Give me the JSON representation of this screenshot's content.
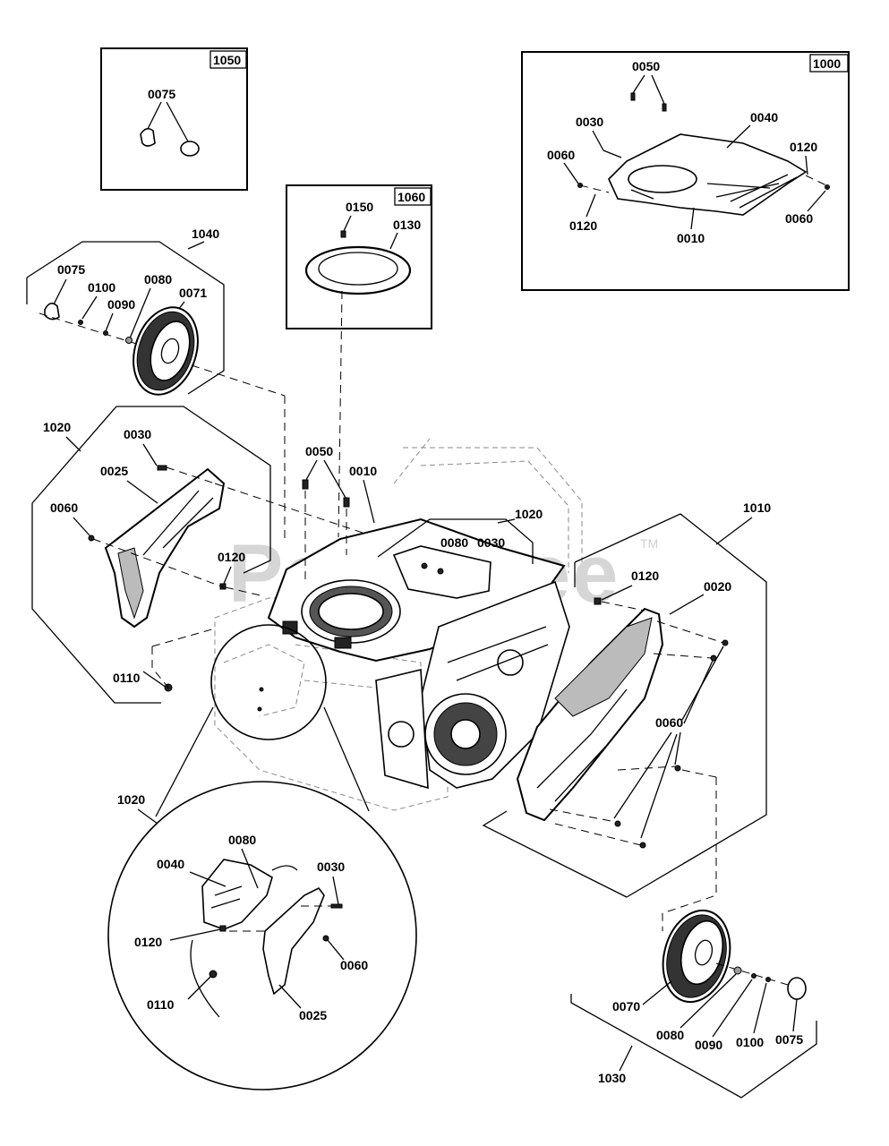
{
  "watermark": "PartsTree",
  "trademark": "TM",
  "groups": {
    "g1050": "1050",
    "g1000": "1000",
    "g1060": "1060",
    "g1040": "1040",
    "g1020a": "1020",
    "g1020b": "1020",
    "g1010": "1010",
    "g1020c": "1020",
    "g1030": "1030"
  },
  "callouts": {
    "b1050_0075": "0075",
    "b1000_0050": "0050",
    "b1000_0030": "0030",
    "b1000_0040": "0040",
    "b1000_0060a": "0060",
    "b1000_0120a": "0120",
    "b1000_0120b": "0120",
    "b1000_0060b": "0060",
    "b1000_0010": "0010",
    "b1060_0150": "0150",
    "b1060_0130": "0130",
    "w_0075": "0075",
    "w_0100": "0100",
    "w_0080": "0080",
    "w_0090": "0090",
    "w_0071": "0071",
    "l_0030": "0030",
    "l_0025": "0025",
    "l_0060": "0060",
    "l_0120": "0120",
    "l_0110": "0110",
    "c_0050": "0050",
    "c_0010": "0010",
    "c_0080": "0080",
    "c_0030": "0030",
    "r_0120": "0120",
    "r_0020": "0020",
    "r_0060": "0060",
    "d_0080": "0080",
    "d_0040": "0040",
    "d_0030": "0030",
    "d_0120": "0120",
    "d_0060": "0060",
    "d_0110": "0110",
    "d_0025": "0025",
    "rw_0070": "0070",
    "rw_0080": "0080",
    "rw_0090": "0090",
    "rw_0100": "0100",
    "rw_0075": "0075"
  }
}
